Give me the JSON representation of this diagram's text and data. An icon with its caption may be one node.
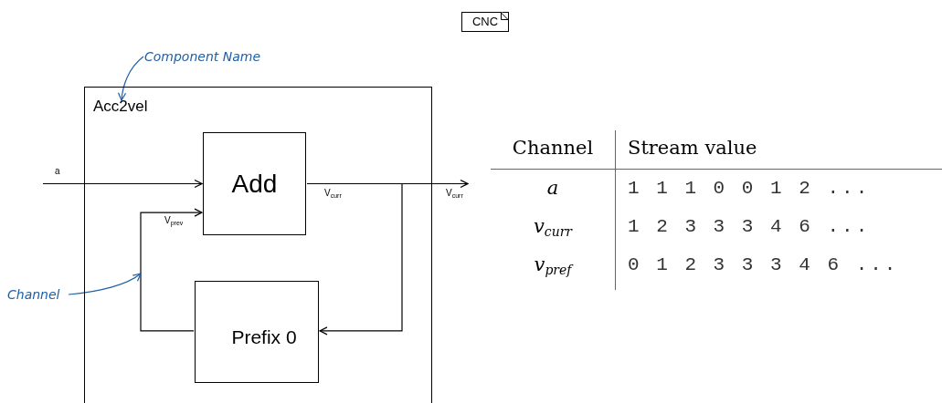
{
  "diagram": {
    "nodes": [
      {
        "text": [
          "CNC"
        ]
      },
      {
        "text": [
          "Acc2vel"
        ]
      },
      {
        "text": [
          "Add"
        ],
        "in": 1
      },
      {
        "text": [
          "Prefix 0"
        ],
        "in": 1
      },
      {
        "text": [
          "Component Name"
        ]
      },
      {
        "text": [
          "Channel"
        ]
      }
    ],
    "edges": [
      {
        "from": null,
        "to": 2,
        "arrow": "to",
        "label": "a"
      },
      {
        "from": 2,
        "to": null,
        "arrow": "to",
        "label": "V$_{curr}$"
      },
      {
        "from": 2,
        "to": 3,
        "arrow": "to",
        "label": "V$_{curr}$"
      },
      {
        "from": 3,
        "to": 2,
        "arrow": "to",
        "label": "V$_{prev}$"
      },
      {
        "from": 4,
        "to": 1,
        "arrow": "to",
        "color": "#1f5fa8"
      },
      {
        "from": 5,
        "to": null,
        "arrow": "to",
        "color": "#1f5fa8"
      }
    ],
    "labels": [
      "Channel",
      "Stream value",
      "a",
      "1 1 1 0 0 1 2 ...",
      "v$_{curr}$",
      "1 2 3 3 3 4 6 ...",
      "v$_{pref}$",
      "0 1 2 3 3 3 4 6 ..."
    ]
  }
}
